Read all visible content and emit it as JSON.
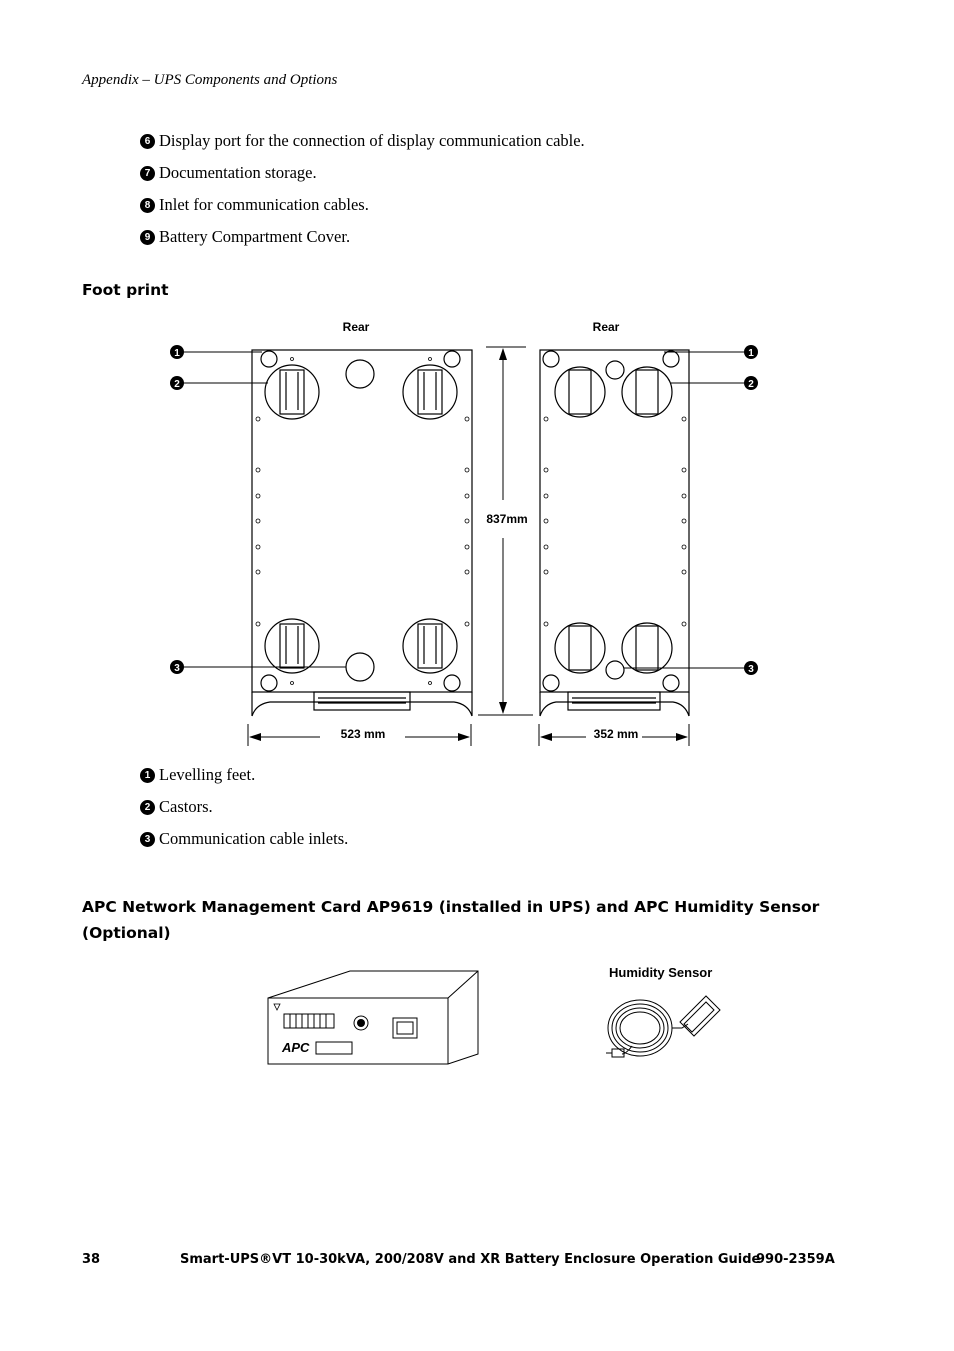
{
  "header": {
    "running_title": "Appendix – UPS Components and Options"
  },
  "list_top": [
    {
      "num": "6",
      "text": "Display port for the connection of display communication cable."
    },
    {
      "num": "7",
      "text": "Documentation storage."
    },
    {
      "num": "8",
      "text": "Inlet for communication cables."
    },
    {
      "num": "9",
      "text": "Battery Compartment Cover."
    }
  ],
  "footprint": {
    "heading": "Foot print",
    "left_rear": "Rear",
    "right_rear": "Rear",
    "height_dim": "837mm",
    "left_width_dim": "523 mm",
    "right_width_dim": "352 mm",
    "callouts": [
      "1",
      "2",
      "3"
    ]
  },
  "list_bottom": [
    {
      "num": "1",
      "text": "Levelling feet."
    },
    {
      "num": "2",
      "text": "Castors."
    },
    {
      "num": "3",
      "text": "Communication cable inlets."
    }
  ],
  "nmc": {
    "heading_line1": "APC Network Management Card AP9619 (installed in UPS) and APC Humidity Sensor",
    "heading_line2": "(Optional)",
    "humidity_label": "Humidity Sensor"
  },
  "footer": {
    "page_number": "38",
    "guide_title": "Smart-UPS®VT 10-30kVA, 200/208V and XR Battery Enclosure Operation Guide",
    "doc_number": "990-2359A"
  }
}
